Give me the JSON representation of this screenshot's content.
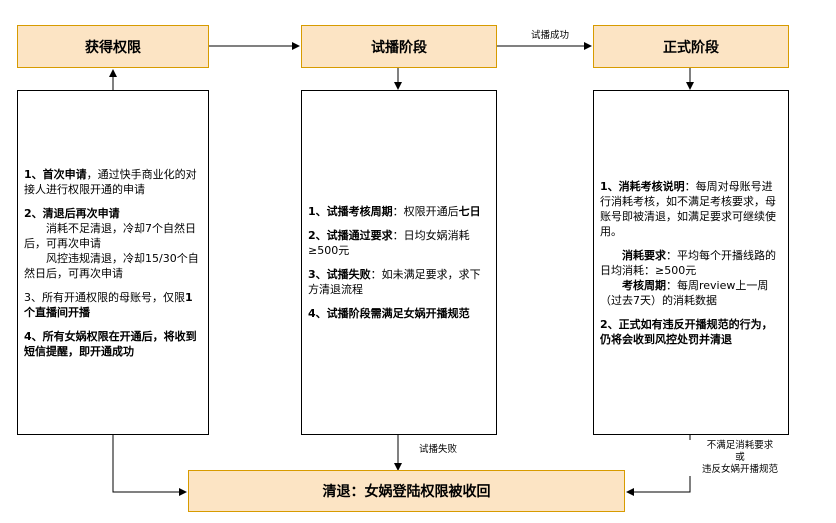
{
  "stages": {
    "obtain": "获得权限",
    "trial": "试播阶段",
    "formal": "正式阶段",
    "clear": "清退：女娲登陆权限被收回"
  },
  "edges": {
    "trial_success": "试播成功",
    "trial_fail": "试播失败",
    "formal_fail_1": "不满足消耗要求",
    "formal_fail_or": "或",
    "formal_fail_2": "违反女娲开播规范"
  },
  "obtain_box": {
    "p1_title": "1、首次申请",
    "p1_text": "，通过快手商业化的对接人进行权限开通的申请",
    "p2_title": "2、清退后再次申请",
    "p2_l1": "消耗不足清退，冷却7个自然日后，可再次申请",
    "p2_l2": "风控违规清退，冷却15/30个自然日后，可再次申请",
    "p3_text": "3、所有开通权限的母账号，仅限",
    "p3_bold": "1个直播间开播",
    "p4": "4、所有女娲权限在开通后，将收到短信提醒，即开通成功"
  },
  "trial_box": {
    "p1_title": "1、试播考核周期",
    "p1_text": "：权限开通后",
    "p1_bold": "七日",
    "p2_title": "2、试播通过要求",
    "p2_text": "：日均女娲消耗≥500元",
    "p3_title": "3、试播失败",
    "p3_text": "：如未满足要求，求下方清退流程",
    "p4": "4、试播阶段需满足女娲开播规范"
  },
  "formal_box": {
    "p1_title": "1、消耗考核说明",
    "p1_text": "：每周对母账号进行消耗考核，如不满足考核要求，母账号即被清退，如满足要求可继续使用。",
    "p2_title": "消耗要求",
    "p2_text": "：平均每个开播线路的日均消耗：≥500元",
    "p3_title": "考核周期",
    "p3_text": "：每周review上一周（过去7天）的消耗数据",
    "p4": "2、正式如有违反开播规范的行为，仍将会收到风控处罚并清退"
  }
}
